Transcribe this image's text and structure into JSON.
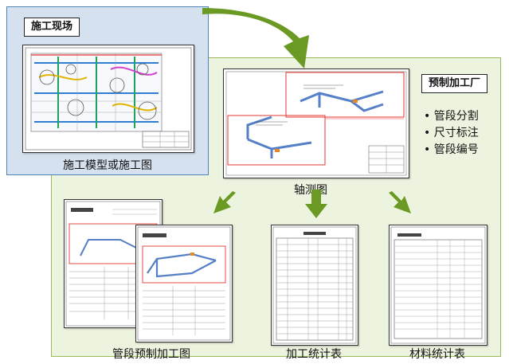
{
  "site": {
    "tag": "施工现场",
    "caption": "施工模型或施工图"
  },
  "factory": {
    "tag": "预制加工厂",
    "bullets": [
      "管段分割",
      "尺寸标注",
      "管段编号"
    ],
    "iso_caption": "轴测图"
  },
  "outputs": [
    {
      "caption": "管段预制加工图"
    },
    {
      "caption": "加工统计表"
    },
    {
      "caption": "材料统计表"
    }
  ],
  "colors": {
    "green_panel": "#ecf3df",
    "green_border": "#9bbb59",
    "blue_panel": "#d6e1ef",
    "blue_border": "#4f81bd",
    "arrow": "#6a9a23",
    "red_frame": "#e53935"
  }
}
